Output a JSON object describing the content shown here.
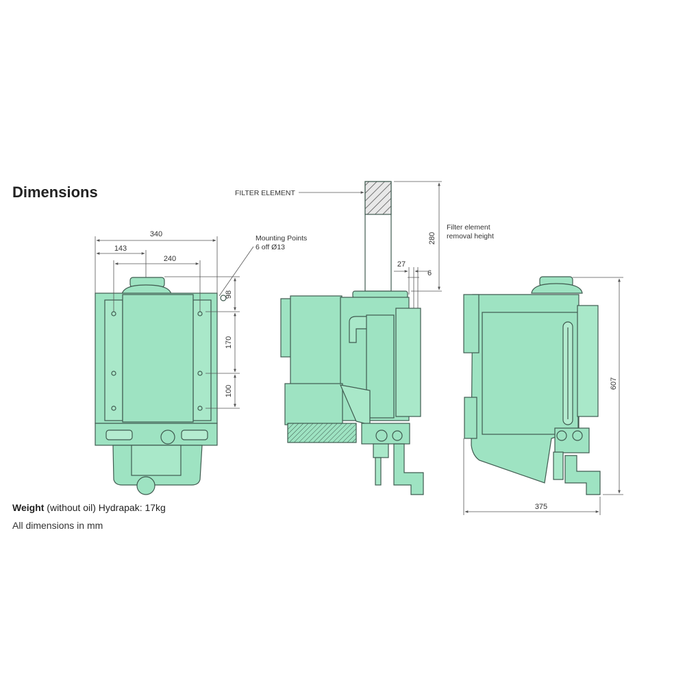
{
  "heading": "Dimensions",
  "weight": {
    "label": "Weight",
    "qualifier": "(without oil)",
    "value": "Hydrapak: 17kg"
  },
  "units_note": "All dimensions in mm",
  "annotations": {
    "filter_element": "FILTER ELEMENT",
    "mounting_points_line1": "Mounting Points",
    "mounting_points_line2": "6 off Ø13",
    "removal_line1": "Filter element",
    "removal_line2": "removal height"
  },
  "dimensions": {
    "front_width": "340",
    "front_offset": "143",
    "front_spacing": "240",
    "front_top": "98",
    "front_middle": "170",
    "front_lower": "100",
    "side_offset": "27",
    "side_small": "6",
    "filter_height": "280",
    "overall_height": "607",
    "overall_depth": "375"
  },
  "colors": {
    "body_fill": "#9ee3c2",
    "body_stroke": "#3f5a4f",
    "dim_line": "#555555",
    "text": "#222222"
  }
}
